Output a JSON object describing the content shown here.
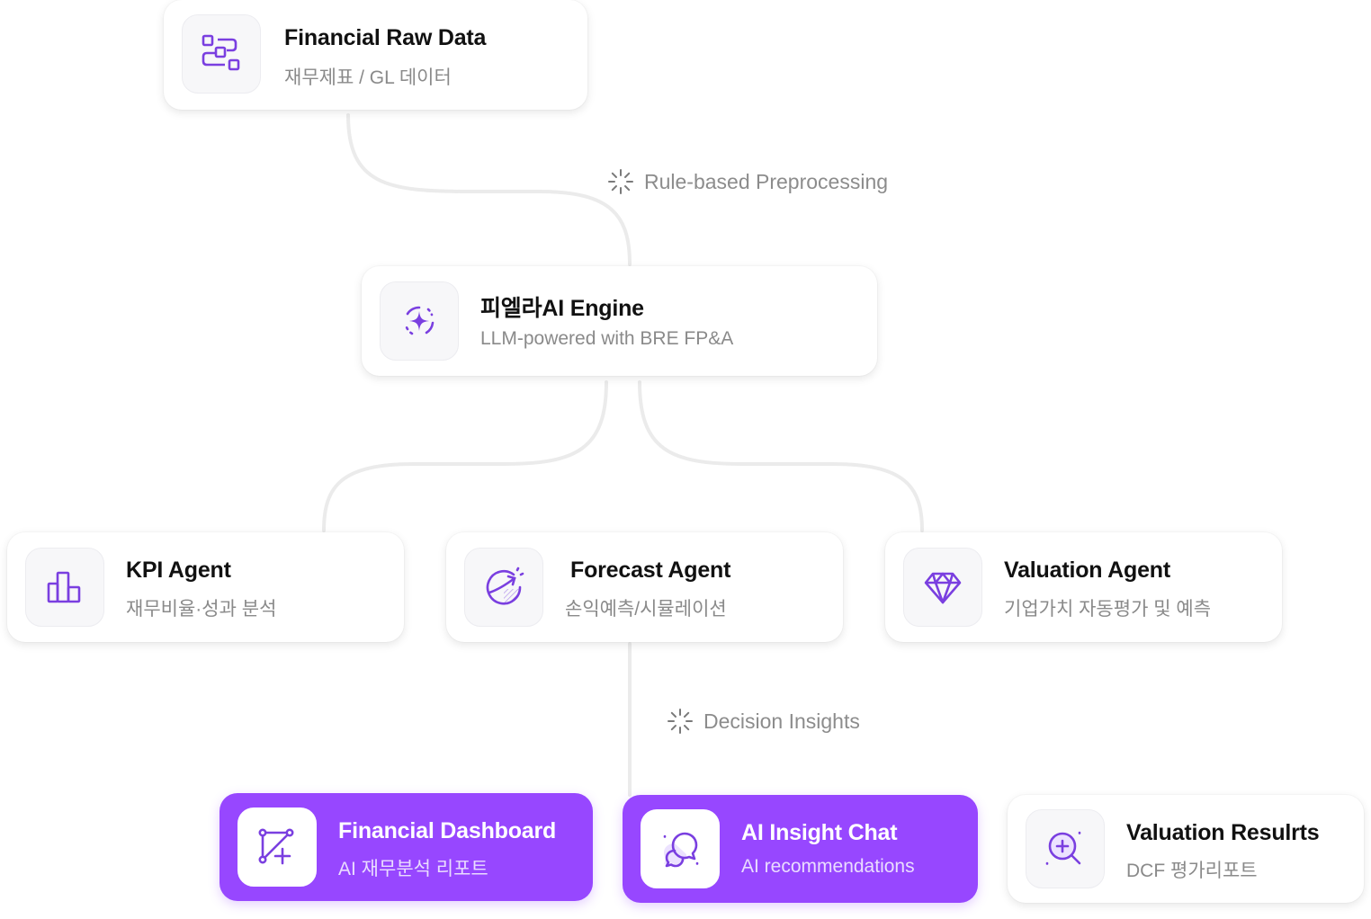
{
  "colors": {
    "accent": "#9747ff",
    "icon_stroke": "#7a3fe0",
    "connector": "#ebebeb"
  },
  "edge_labels": {
    "preprocessing": {
      "icon": "loader-icon",
      "text": "Rule-based Preprocessing"
    },
    "insights": {
      "icon": "loader-icon",
      "text": "Decision Insights"
    }
  },
  "nodes": {
    "raw_data": {
      "icon": "flow-blocks-icon",
      "title": "Financial Raw Data",
      "subtitle": "재무제표 / GL 데이터"
    },
    "engine": {
      "icon": "sparkle-icon",
      "title": "피엘라AI Engine",
      "subtitle": "LLM-powered with BRE FP&A"
    },
    "kpi": {
      "icon": "bar-chart-icon",
      "title": "KPI Agent",
      "subtitle": "재무비율·성과 분석"
    },
    "forecast": {
      "icon": "pie-chart-icon",
      "title": "Forecast Agent",
      "subtitle": "손익예측/시뮬레이션"
    },
    "valuation": {
      "icon": "diamond-icon",
      "title": "Valuation Agent",
      "subtitle": "기업가치 자동평가 및 예측"
    },
    "dashboard": {
      "icon": "vector-sparkle-icon",
      "title": "Financial Dashboard",
      "subtitle": "AI 재무분석 리포트"
    },
    "chat": {
      "icon": "chat-bubbles-icon",
      "title": "AI Insight Chat",
      "subtitle": "AI recommendations"
    },
    "valuation_results": {
      "icon": "zoom-in-icon",
      "title": "Valuation Resulrts",
      "subtitle": "DCF 평가리포트"
    }
  }
}
